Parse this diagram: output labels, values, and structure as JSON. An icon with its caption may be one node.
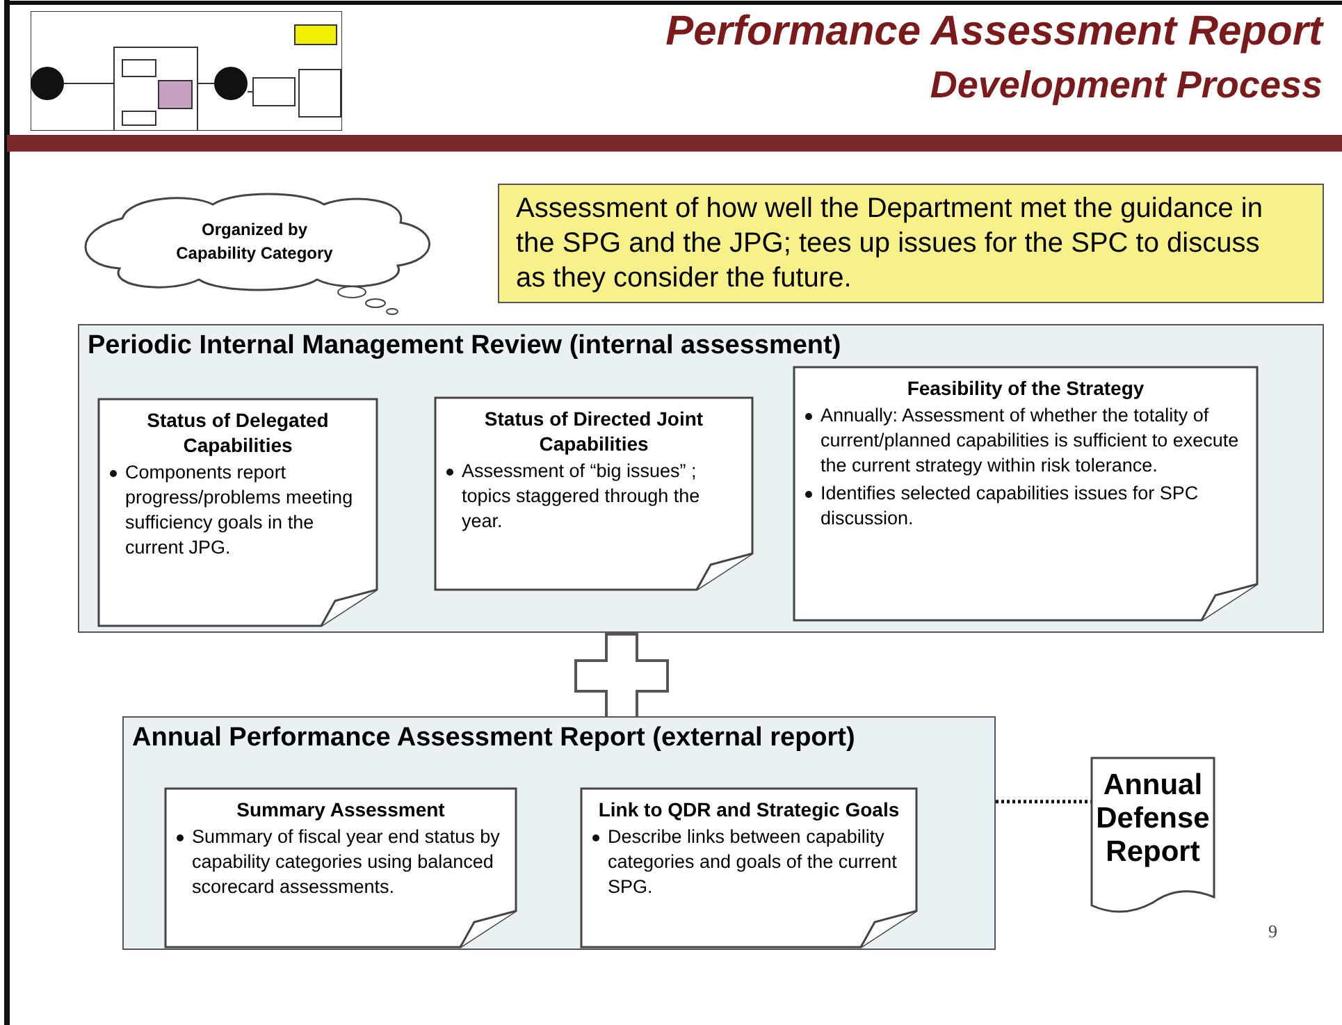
{
  "diagram": {
    "title": "Performance Assessment Report",
    "nodes": [
      {
        "text": [
          "Organized by Capability Category"
        ]
      },
      {
        "text": [
          "Assessment of how well the Department met the guidance in the SPG and the JPG; tees up issues for the SPC to discuss as they consider the future."
        ]
      },
      {
        "text": [
          "Periodic Internal Management Review (internal assessment)"
        ]
      },
      {
        "text": [
          "Status of Delegated Capabilities",
          "Components report progress/problems meeting sufficiency goals in the current JPG."
        ],
        "in": 2
      },
      {
        "text": [
          "Status of Directed Joint Capabilities",
          "Assessment of “big issues” ;  topics staggered through the year."
        ],
        "in": 2
      },
      {
        "text": [
          "Feasibility of the Strategy",
          "Annually: Assessment of  whether the totality of current/planned capabilities is sufficient to execute the current strategy within risk tolerance.",
          "Identifies selected capabilities issues for SPC discussion."
        ],
        "in": 2
      },
      {
        "text": [
          "Annual Performance Assessment Report (external report)"
        ]
      },
      {
        "text": [
          "Summary Assessment",
          "Summary of fiscal year end status by capability categories using balanced scorecard assessments."
        ],
        "in": 6
      },
      {
        "text": [
          "Link to QDR and Strategic Goals",
          "Describe links between capability categories and goals of the current SPG."
        ],
        "in": 6
      },
      {
        "text": [
          "Annual Defense Report"
        ]
      }
    ],
    "edges": [
      {
        "from": 6,
        "to": 9,
        "arrow": "none",
        "style": "dashed"
      }
    ],
    "labels": [
      "Development Process",
      "9"
    ]
  }
}
